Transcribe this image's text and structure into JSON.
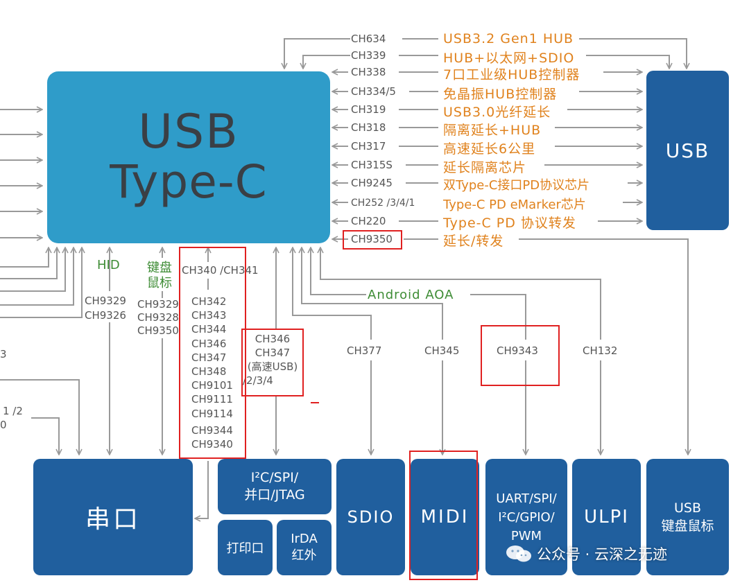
{
  "main": {
    "line1": "USB",
    "line2": "Type-C"
  },
  "usb_box": "USB",
  "right_rows": [
    {
      "chip": "CH634",
      "feature": "USB3.2 Gen1 HUB"
    },
    {
      "chip": "CH339",
      "feature": "HUB+以太网+SDIO"
    },
    {
      "chip": "CH338",
      "feature": "7口工业级HUB控制器"
    },
    {
      "chip": "CH334/5",
      "feature": "免晶振HUB控制器"
    },
    {
      "chip": "CH319",
      "feature": "USB3.0光纤延长"
    },
    {
      "chip": "CH318",
      "feature": "隔离延长+HUB"
    },
    {
      "chip": "CH317",
      "feature": "高速延长6公里"
    },
    {
      "chip": "CH315S",
      "feature": "延长隔离芯片"
    },
    {
      "chip": "CH9245",
      "feature": "双Type-C接口PD协议芯片"
    },
    {
      "chip": "CH252 /3/4/1",
      "feature": "Type-C PD eMarker芯片"
    },
    {
      "chip": "CH220",
      "feature": "Type-C PD 协议转发"
    },
    {
      "chip": "CH9350",
      "feature": "延长/转发"
    }
  ],
  "bottom_boxes": {
    "serial": "串口",
    "i2c_line1": "I²C/SPI/",
    "i2c_line2": "并口/JTAG",
    "printer": "打印口",
    "irda_line1": "IrDA",
    "irda_line2": "红外",
    "sdio": "SDIO",
    "midi": "MIDI",
    "uart_line1": "UART/SPI/",
    "uart_line2": "I²C/GPIO/",
    "uart_line3": "PWM",
    "ulpi": "ULPI",
    "usbkb_line1": "USB",
    "usbkb_line2": "键盘鼠标"
  },
  "labels": {
    "hid": "HID",
    "kbm_line1": "键盘",
    "kbm_line2": "鼠标",
    "android": "Android AOA",
    "ch9329_a": "CH9329",
    "ch9326": "CH9326",
    "ch9329_b": "CH9329",
    "ch9328": "CH9328",
    "ch9350_b": "CH9350",
    "ch340_341": "CH340 /CH341",
    "serial_chips": [
      "CH342",
      "CH343",
      "CH344",
      "CH346",
      "CH347",
      "CH348",
      "CH9101",
      "CH9111",
      "CH9114",
      "CH9344",
      "CH9340"
    ],
    "ch346_group": [
      "CH346",
      "CH347",
      "(高速USB)",
      "/2/3/4"
    ],
    "ch377": "CH377",
    "ch345": "CH345",
    "ch9343": "CH9343",
    "ch132": "CH132",
    "left_frag_1": "3",
    "left_frag_2": "1 /2",
    "left_frag_3": "0"
  },
  "watermark": "公众号 · 云深之无迹",
  "colors": {
    "dark_blue": "#205f9e",
    "light_blue": "#2f9cc9",
    "orange": "#e0821d",
    "green": "#3e8c35",
    "red": "#e02020",
    "line": "#999999"
  }
}
